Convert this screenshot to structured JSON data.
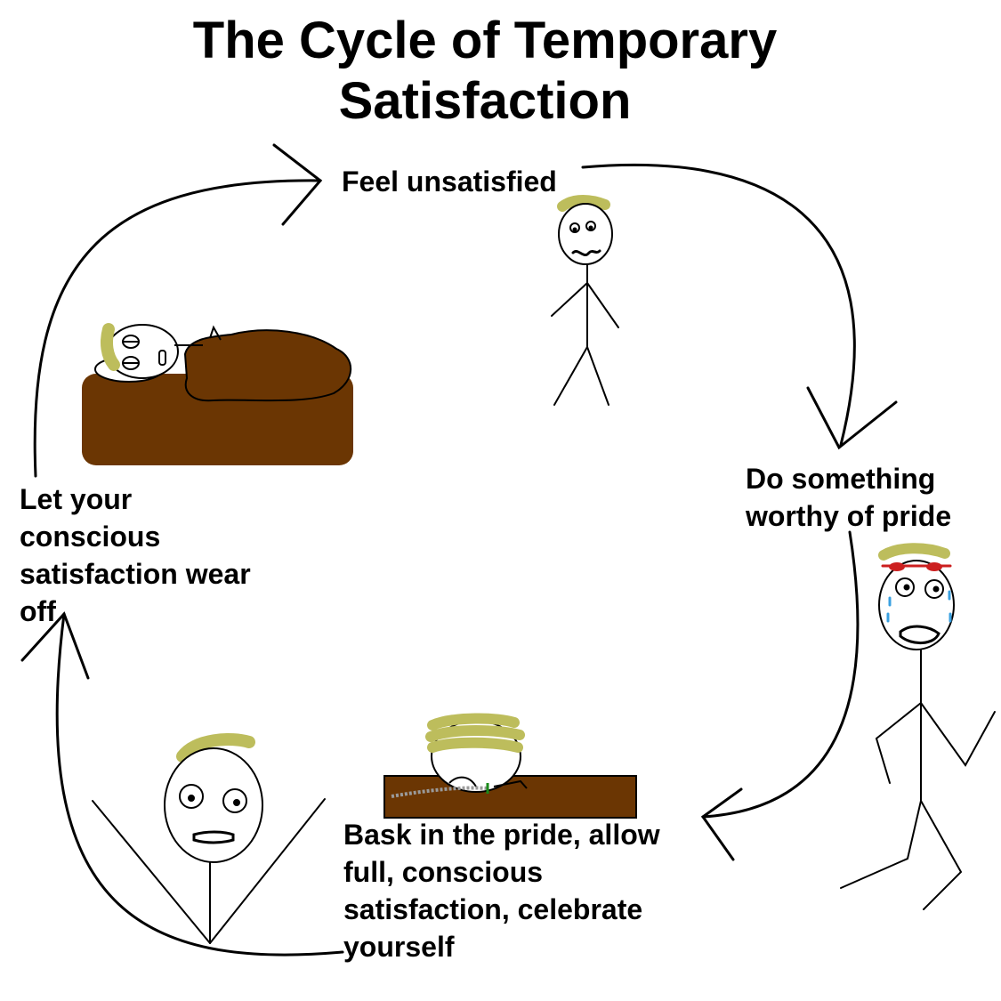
{
  "diagram": {
    "title_line1": "The Cycle of Temporary",
    "title_line2": "Satisfaction",
    "steps": [
      {
        "id": "feel",
        "lines": [
          "Feel unsatisfied"
        ]
      },
      {
        "id": "do",
        "lines": [
          "Do something",
          "worthy of pride"
        ]
      },
      {
        "id": "bask",
        "lines": [
          "Bask in the pride, allow",
          "full, conscious",
          "satisfaction, celebrate",
          "yourself"
        ]
      },
      {
        "id": "let",
        "lines": [
          "Let your",
          "conscious",
          "satisfaction wear",
          "off"
        ]
      }
    ]
  },
  "colors": {
    "hair": "#bdbd5c",
    "bed": "#6b3603",
    "ink": "#000000",
    "headband": "#cc1f1f",
    "sweat": "#3aa0e0"
  }
}
